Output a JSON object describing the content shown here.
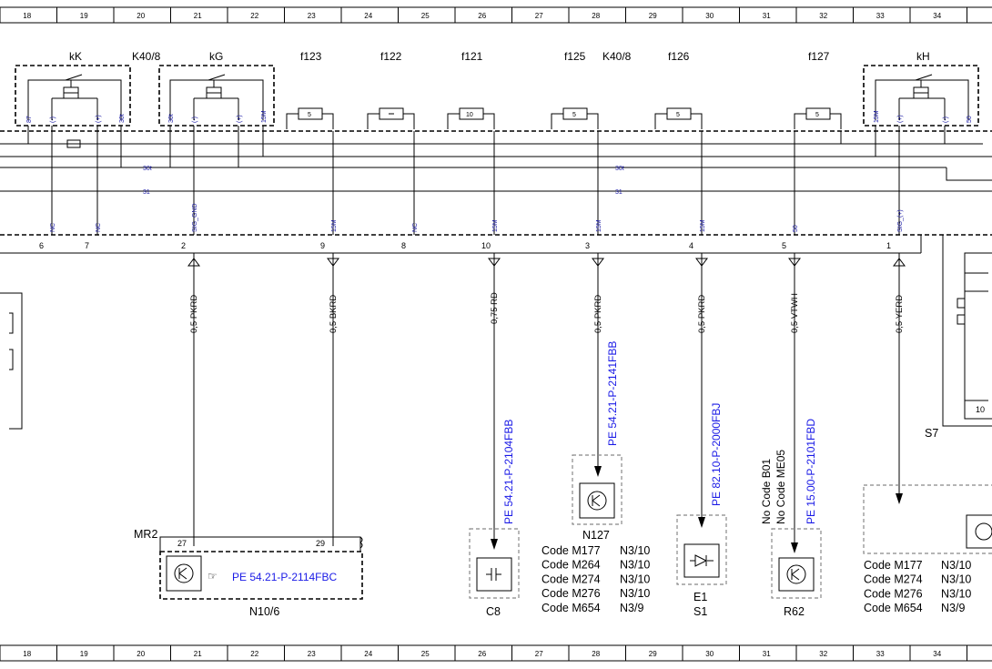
{
  "grid_columns": [
    "18",
    "19",
    "20",
    "21",
    "22",
    "23",
    "24",
    "25",
    "26",
    "27",
    "28",
    "29",
    "30",
    "31",
    "32",
    "33",
    "34"
  ],
  "fuse_box": {
    "top_labels": [
      {
        "id": "kK",
        "text": "kK"
      },
      {
        "id": "k40-left",
        "text": "K40/8"
      },
      {
        "id": "kG",
        "text": "kG"
      },
      {
        "id": "f123",
        "text": "f123"
      },
      {
        "id": "f122",
        "text": "f122"
      },
      {
        "id": "f121",
        "text": "f121"
      },
      {
        "id": "f125",
        "text": "f125"
      },
      {
        "id": "k40-right",
        "text": "K40/8"
      },
      {
        "id": "f126",
        "text": "f126"
      },
      {
        "id": "f127",
        "text": "f127"
      },
      {
        "id": "kH",
        "text": "kH"
      }
    ],
    "fuse_ratings": {
      "f123": "5",
      "f122": "",
      "f121": "10",
      "f125": "5",
      "f126": "5",
      "f127": "5"
    },
    "relay_pins": {
      "kK": [
        "87",
        "(-)",
        "(+)",
        "30t"
      ],
      "kG": [
        "30t",
        "(-)",
        "(+)",
        "15M"
      ],
      "kH": [
        "15M",
        "(+)",
        "(-)",
        "50"
      ]
    },
    "bus_labels": [
      "30t",
      "30t",
      "31",
      "31"
    ],
    "connector_signals": [
      "NC",
      "NC",
      "SIG_GND",
      "15M",
      "NC",
      "15M",
      "15M",
      "15M",
      "50",
      "SIG_(+)"
    ],
    "connector_pins": [
      "6",
      "7",
      "2",
      "9",
      "8",
      "10",
      "3",
      "4",
      "5",
      "1"
    ]
  },
  "wires": [
    {
      "id": "w2",
      "label": "0,5 PKRD"
    },
    {
      "id": "w9",
      "label": "0,5 BKRD"
    },
    {
      "id": "w10",
      "label": "0,75 RD"
    },
    {
      "id": "w3",
      "label": "0,5 PKRD"
    },
    {
      "id": "w4",
      "label": "0,5 PKRD"
    },
    {
      "id": "w5",
      "label": "0,5 VTWH"
    },
    {
      "id": "w1",
      "label": "0,5 YERD"
    }
  ],
  "references": {
    "c8": "PE 54.21-P-2104FBB",
    "n127": "PE 54.21-P-2141FBB",
    "e1": "PE 82.10-P-2000FBJ",
    "r62": "PE 15.00-P-2101FBD",
    "n10": "PE 54.21-P-2114FBC"
  },
  "no_codes": [
    "No Code B01",
    "No Code ME05"
  ],
  "components": {
    "mr2": "MR2",
    "n10_pins": [
      "27",
      "29"
    ],
    "n10": "N10/6",
    "c8": "C8",
    "n127": "N127",
    "e1": "E1",
    "s1": "S1",
    "r62": "R62",
    "s7": "S7",
    "s7_pin": "10"
  },
  "code_tables": {
    "n127": [
      {
        "code": "Code M177",
        "value": "N3/10"
      },
      {
        "code": "Code M264",
        "value": "N3/10"
      },
      {
        "code": "Code M274",
        "value": "N3/10"
      },
      {
        "code": "Code M276",
        "value": "N3/10"
      },
      {
        "code": "Code M654",
        "value": "N3/9"
      }
    ],
    "right": [
      {
        "code": "Code M177",
        "value": "N3/10"
      },
      {
        "code": "Code M274",
        "value": "N3/10"
      },
      {
        "code": "Code M276",
        "value": "N3/10"
      },
      {
        "code": "Code M654",
        "value": "N3/9"
      }
    ]
  }
}
